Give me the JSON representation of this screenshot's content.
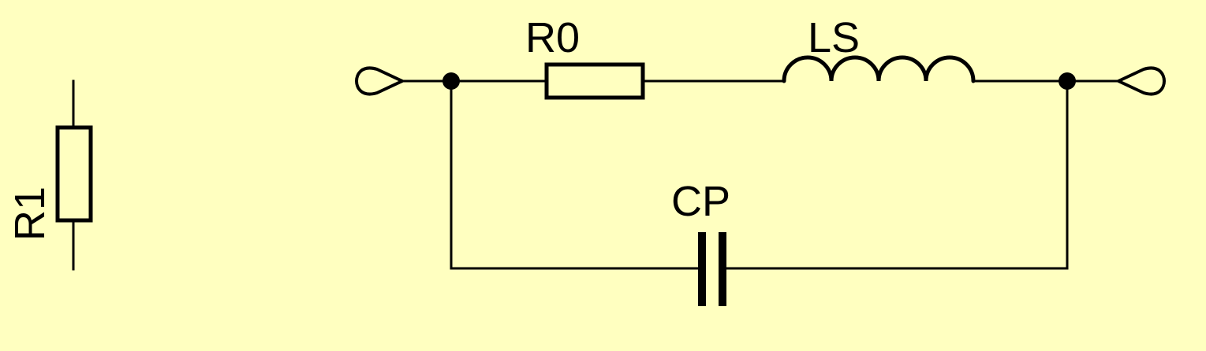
{
  "diagram": {
    "background": "#ffffc0",
    "components": {
      "r1": {
        "label": "R1",
        "kind": "resistor"
      },
      "r0": {
        "label": "R0",
        "kind": "resistor"
      },
      "ls": {
        "label": "LS",
        "kind": "inductor"
      },
      "cp": {
        "label": "CP",
        "kind": "capacitor"
      }
    },
    "terminals": [
      "left-terminal",
      "right-terminal"
    ],
    "junctions": [
      "left-junction",
      "right-junction"
    ]
  }
}
